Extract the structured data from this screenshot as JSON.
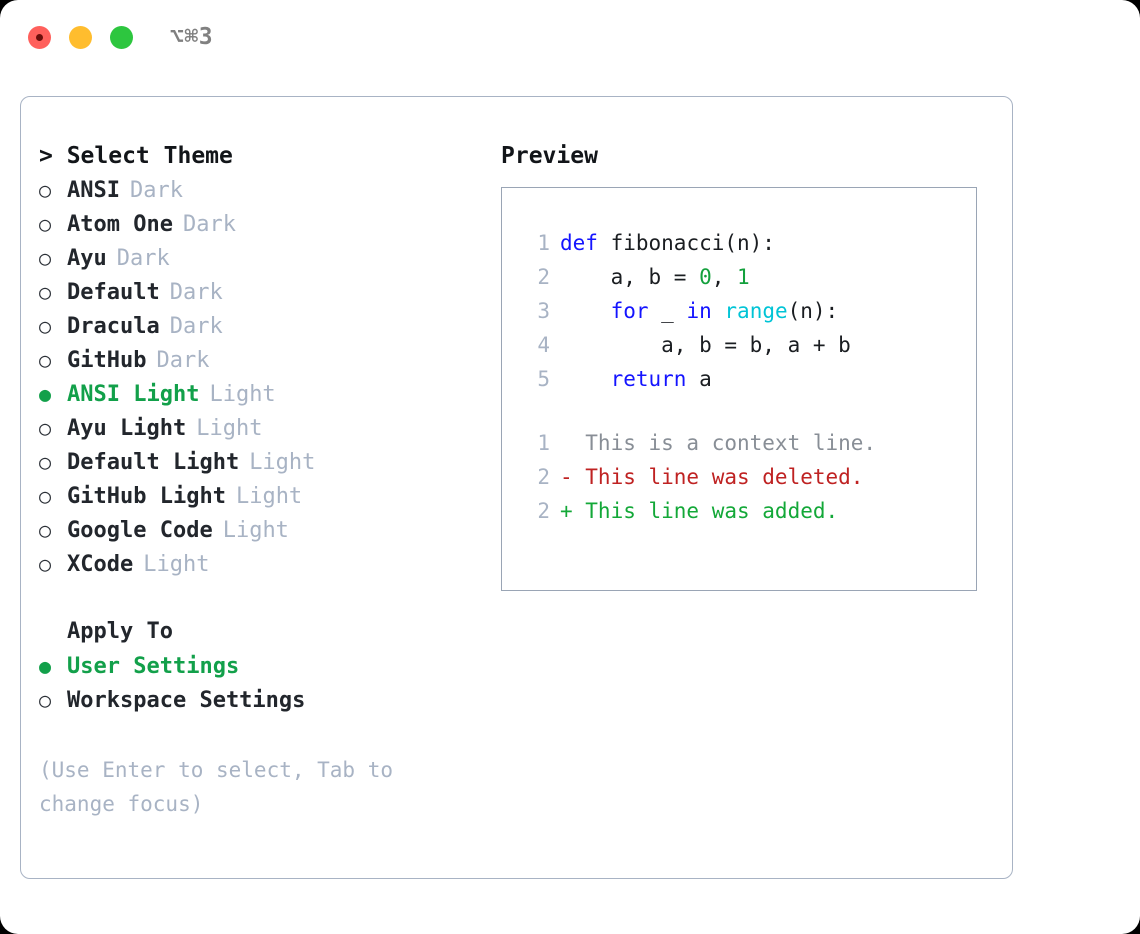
{
  "titlebar": {
    "shortcut": "⌥⌘3",
    "lights": [
      "close-light",
      "minimize-light",
      "maximize-light"
    ]
  },
  "theme_picker": {
    "heading": "> Select Theme",
    "marker_selected": "●",
    "marker_unselected": "○",
    "items": [
      {
        "label": "ANSI",
        "category": "Dark",
        "selected": false
      },
      {
        "label": "Atom One",
        "category": "Dark",
        "selected": false
      },
      {
        "label": "Ayu",
        "category": "Dark",
        "selected": false
      },
      {
        "label": "Default",
        "category": "Dark",
        "selected": false
      },
      {
        "label": "Dracula",
        "category": "Dark",
        "selected": false
      },
      {
        "label": "GitHub",
        "category": "Dark",
        "selected": false
      },
      {
        "label": "ANSI Light",
        "category": "Light",
        "selected": true
      },
      {
        "label": "Ayu Light",
        "category": "Light",
        "selected": false
      },
      {
        "label": "Default Light",
        "category": "Light",
        "selected": false
      },
      {
        "label": "GitHub Light",
        "category": "Light",
        "selected": false
      },
      {
        "label": "Google Code",
        "category": "Light",
        "selected": false
      },
      {
        "label": "XCode",
        "category": "Light",
        "selected": false
      }
    ]
  },
  "apply_to": {
    "heading": "Apply To",
    "items": [
      {
        "label": "User Settings",
        "selected": true
      },
      {
        "label": "Workspace Settings",
        "selected": false
      }
    ]
  },
  "hint": "(Use Enter to select, Tab to change focus)",
  "preview": {
    "heading": "Preview",
    "code": [
      {
        "lineno": "1",
        "tokens": [
          {
            "t": "def",
            "c": "kw"
          },
          {
            "t": " fibonacci(n):",
            "c": "id"
          }
        ]
      },
      {
        "lineno": "2",
        "tokens": [
          {
            "t": "    a, b = ",
            "c": "id"
          },
          {
            "t": "0",
            "c": "num"
          },
          {
            "t": ", ",
            "c": "id"
          },
          {
            "t": "1",
            "c": "num"
          }
        ]
      },
      {
        "lineno": "3",
        "tokens": [
          {
            "t": "    ",
            "c": "id"
          },
          {
            "t": "for",
            "c": "kw"
          },
          {
            "t": " _ ",
            "c": "id"
          },
          {
            "t": "in",
            "c": "kw"
          },
          {
            "t": " ",
            "c": "id"
          },
          {
            "t": "range",
            "c": "fn"
          },
          {
            "t": "(n):",
            "c": "id"
          }
        ]
      },
      {
        "lineno": "4",
        "tokens": [
          {
            "t": "        a, b = b, a + b",
            "c": "id"
          }
        ]
      },
      {
        "lineno": "5",
        "tokens": [
          {
            "t": "    ",
            "c": "id"
          },
          {
            "t": "return",
            "c": "kw"
          },
          {
            "t": " a",
            "c": "id"
          }
        ]
      }
    ],
    "diff": [
      {
        "lineno": "1",
        "kind": "ctx",
        "text": "  This is a context line."
      },
      {
        "lineno": "2",
        "kind": "del",
        "text": "- This line was deleted."
      },
      {
        "lineno": "2",
        "kind": "add",
        "text": "+ This line was added."
      }
    ]
  },
  "colors": {
    "accent_green": "#12a04a",
    "muted": "#a8b3c4",
    "keyword_blue": "#1414ff",
    "function_cyan": "#00c4d6",
    "number_green": "#13a03c",
    "diff_delete_red": "#bf2222",
    "diff_add_green": "#13a838",
    "panel_border": "#a8b3c4",
    "preview_border": "#9aa5b5",
    "light_red": "#ff605c",
    "light_yellow": "#ffbd2e",
    "light_green": "#2dc63f"
  }
}
